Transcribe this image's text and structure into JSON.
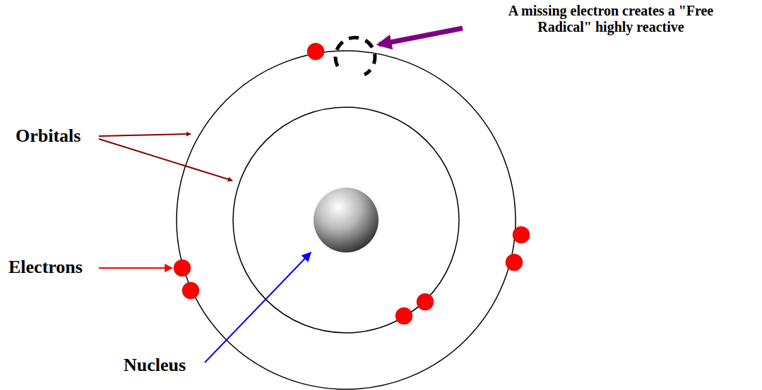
{
  "diagram": {
    "labels": [
      "A missing electron creates a \"Free Radical\" highly reactive",
      "Orbitals",
      "Electrons",
      "Nucleus"
    ]
  }
}
